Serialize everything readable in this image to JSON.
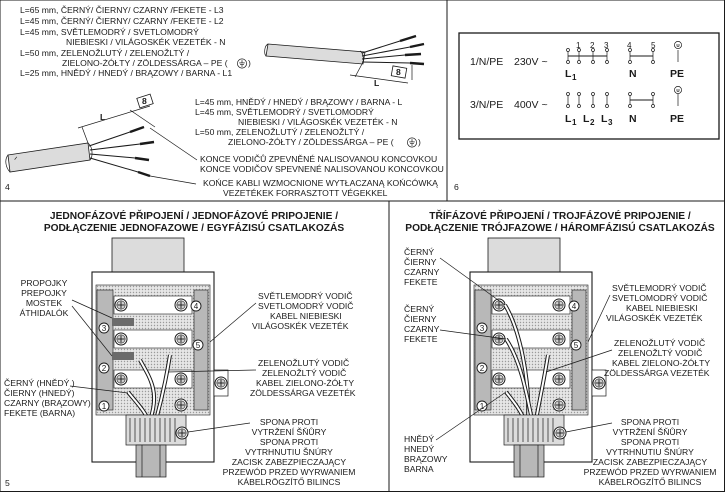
{
  "panel4": {
    "number": "4",
    "top_wire_lines": [
      "L=65 mm, ČERNÝ/ ČIERNY/  CZARNY /FEKETE - L3",
      "L=45 mm, ČERNÝ/ ČIERNY/  CZARNY /FEKETE - L2",
      "L=45 mm, SVĚTLEMODRÝ / SVETLOMODRÝ",
      "NIEBIESKI / VILÁGOSKÉK VEZETÉK - N",
      "L=50 mm, ZELENOŽLUTÝ / ZELENOŽLTÝ /",
      "ZIELONO-ŻÓŁTY / ZÖLDESSÁRGA – PE (",
      ")",
      "L=25 mm, HNĚDÝ / HNEDÝ / BRĄZOWY / BARNA - L1"
    ],
    "mid_wire_lines": [
      "L=45 mm, HNĚDÝ / HNEDÝ / BRĄZOWY / BARNA - L",
      "L=45 mm, SVĚTLEMODRÝ / SVETLOMODRÝ",
      "NIEBIESKI / VILÁGOSKÉK VEZETÉK - N",
      "L=50 mm, ZELENOŽLUTÝ / ZELENOŽLTÝ /",
      "ZIELONO-ŻÓŁTY / ZÖLDESSÁRGA – PE (",
      ")"
    ],
    "ferrule_lines": [
      "KONCE VODIČŮ ZPEVNĚNÉ NALISOVANOU KONCOVKOU",
      "KONCE VODIČOV SPEVNENÉ NALISOVANOU KONCOVKOU"
    ],
    "sleeve_lines": [
      "KOŃCE KABLI WZMOCNIONE WYTŁACZANĄ KOŃCÓWKĄ",
      "VEZETÉKEK FORRASZTOTT VÉGEKKEL"
    ],
    "dim_L": "L",
    "dim_8": "8"
  },
  "panel6": {
    "number": "6",
    "row1": {
      "phase": "1/N/PE",
      "voltage": "230V ~",
      "labels": [
        "L",
        "1",
        "N",
        "PE"
      ]
    },
    "row2": {
      "phase": "3/N/PE",
      "voltage": "400V ~",
      "labels": [
        "L",
        "1",
        "L",
        "2",
        "L",
        "3",
        "N",
        "PE"
      ]
    },
    "terminal_numbers": [
      "1",
      "2",
      "3",
      "4",
      "5"
    ]
  },
  "panel5": {
    "number": "5",
    "title_lines": [
      "JEDNOFÁZOVÉ PŘIPOJENÍ / JEDNOFÁZOVÉ PRIPOJENIE /",
      "PODŁĄCZENIE JEDNOFAZOWE / EGYFÁZISÚ CSATLAKOZÁS"
    ],
    "jumper_lines": [
      "PROPOJKY",
      "PREPOJKY",
      "MOSTEK",
      "ÁTHIDALÓK"
    ],
    "black_lines": [
      "ČERNÝ (HNĚDÝ )",
      "ČIERNY (HNEDÝ)",
      "CZARNY (BRĄZOWY)",
      "FEKETE (BARNA)"
    ],
    "blue_lines": [
      "SVĚTLEMODRÝ VODIČ",
      "SVETLOMODRÝ VODIČ",
      "KABEL NIEBIESKI",
      "VILÁGOSKÉK VEZETÉK"
    ],
    "yellow_lines": [
      "ZELENOŽLUTÝ VODIČ",
      "ZELENOŽLTÝ  VODIČ",
      "KABEL ZIELONO-ŻÓŁTY",
      "ZÖLDESSÁRGA VEZETÉK"
    ],
    "clamp_lines": [
      "SPONA PROTI",
      "VYTRŽENÍ ŠŇŮRY",
      "SPONA PROTI",
      "VYTRHNUTIU ŠNÚRY",
      "ZACISK ZABEZPIECZAJĄCY",
      "PRZEWÓD PRZED WYRWANIEM",
      "KÁBELRÖGZÍTŐ BILINCS"
    ],
    "terminals": [
      "4",
      "5",
      "3",
      "2",
      "1"
    ]
  },
  "panel5b": {
    "title_lines": [
      "TŘÍFÁZOVÉ PŘIPOJENÍ /  TROJFÁZOVÉ PRIPOJENIE /",
      "PODŁĄCZENIE TRÓJFAZOWE / HÁROMFÁZISÚ CSATLAKOZÁS"
    ],
    "black1_lines": [
      "ČERNÝ",
      "ČIERNY",
      "CZARNY",
      "FEKETE"
    ],
    "black2_lines": [
      "ČERNÝ",
      "ČIERNY",
      "CZARNY",
      "FEKETE"
    ],
    "brown_lines": [
      "HNĚDÝ",
      "HNEDÝ",
      "BRĄZOWY",
      "BARNA"
    ],
    "blue_lines": [
      "SVĚTLEMODRÝ VODIČ",
      "SVETLOMODRÝ VODIČ",
      "KABEL NIEBIESKI",
      "VILÁGOSKÉK VEZETÉK"
    ],
    "yellow_lines": [
      "ZELENOŽLUTÝ VODIČ",
      "ZELENOŽLTÝ  VODIČ",
      "KABEL ZIELONO-ŻÓŁTY",
      "ZÖLDESSÁRGA VEZETÉK"
    ],
    "clamp_lines": [
      "SPONA PROTI",
      "VYTRŽENÍ ŠŇŮRY",
      "SPONA PROTI",
      "VYTRHNUTIU ŠNÚRY",
      "ZACISK ZABEZPIECZAJĄCY",
      "PRZEWÓD PRZED WYRWANIEM",
      "KÁBELRÖGZÍTŐ BILINCS"
    ],
    "terminals": [
      "4",
      "5",
      "3",
      "2",
      "1"
    ]
  }
}
